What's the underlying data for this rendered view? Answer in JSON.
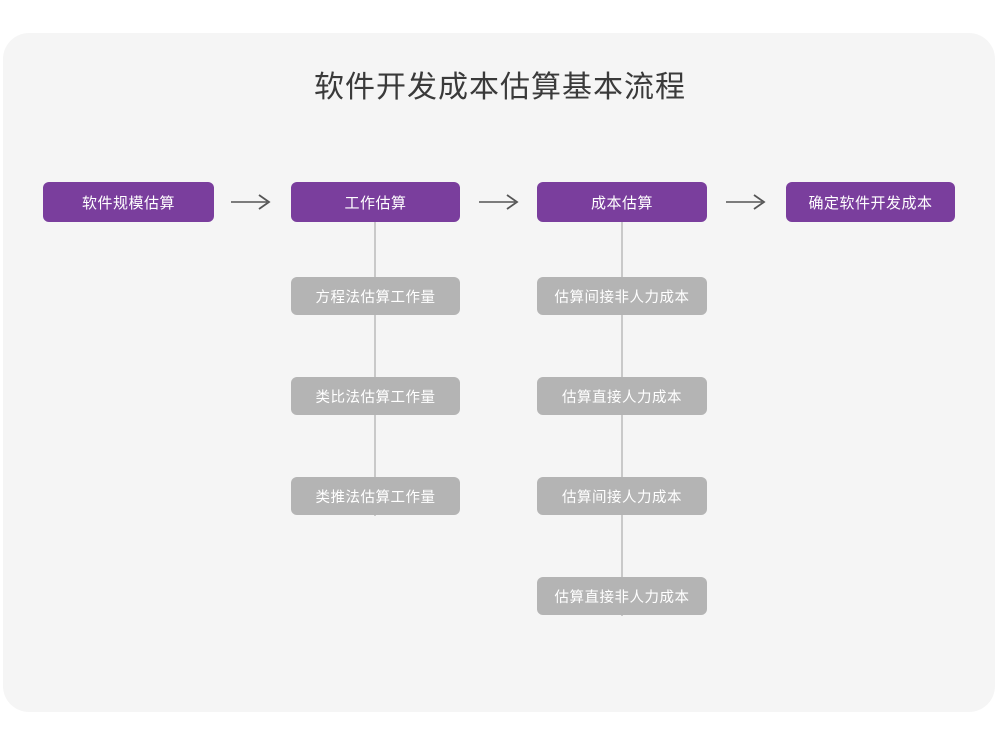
{
  "diagram": {
    "title": "软件开发成本估算基本流程",
    "colors": {
      "canvas_background": "#f5f5f5",
      "page_background": "#ffffff",
      "primary_node": "#7a3e9d",
      "secondary_node": "#b4b4b4",
      "title_text": "#3a3a3a",
      "node_text": "#ffffff",
      "connector_line": "#c9c9c9",
      "arrow": "#555555"
    },
    "type": "flowchart",
    "main_flow": [
      {
        "id": "step-1",
        "label": "软件规模估算"
      },
      {
        "id": "step-2",
        "label": "工作估算"
      },
      {
        "id": "step-3",
        "label": "成本估算"
      },
      {
        "id": "step-4",
        "label": "确定软件开发成本"
      }
    ],
    "arrows": [
      {
        "id": "arrow-1",
        "from": "step-1",
        "to": "step-2",
        "glyph": "arrow-right-icon"
      },
      {
        "id": "arrow-2",
        "from": "step-2",
        "to": "step-3",
        "glyph": "arrow-right-icon"
      },
      {
        "id": "arrow-3",
        "from": "step-3",
        "to": "step-4",
        "glyph": "arrow-right-icon"
      }
    ],
    "branches": [
      {
        "parent": "step-2",
        "parent_label": "工作估算",
        "children": [
          {
            "id": "step-2-1",
            "label": "方程法估算工作量"
          },
          {
            "id": "step-2-2",
            "label": "类比法估算工作量"
          },
          {
            "id": "step-2-3",
            "label": "类推法估算工作量"
          }
        ]
      },
      {
        "parent": "step-3",
        "parent_label": "成本估算",
        "children": [
          {
            "id": "step-3-1",
            "label": "估算间接非人力成本"
          },
          {
            "id": "step-3-2",
            "label": "估算直接人力成本"
          },
          {
            "id": "step-3-3",
            "label": "估算间接人力成本"
          },
          {
            "id": "step-3-4",
            "label": "估算直接非人力成本"
          }
        ]
      }
    ]
  }
}
